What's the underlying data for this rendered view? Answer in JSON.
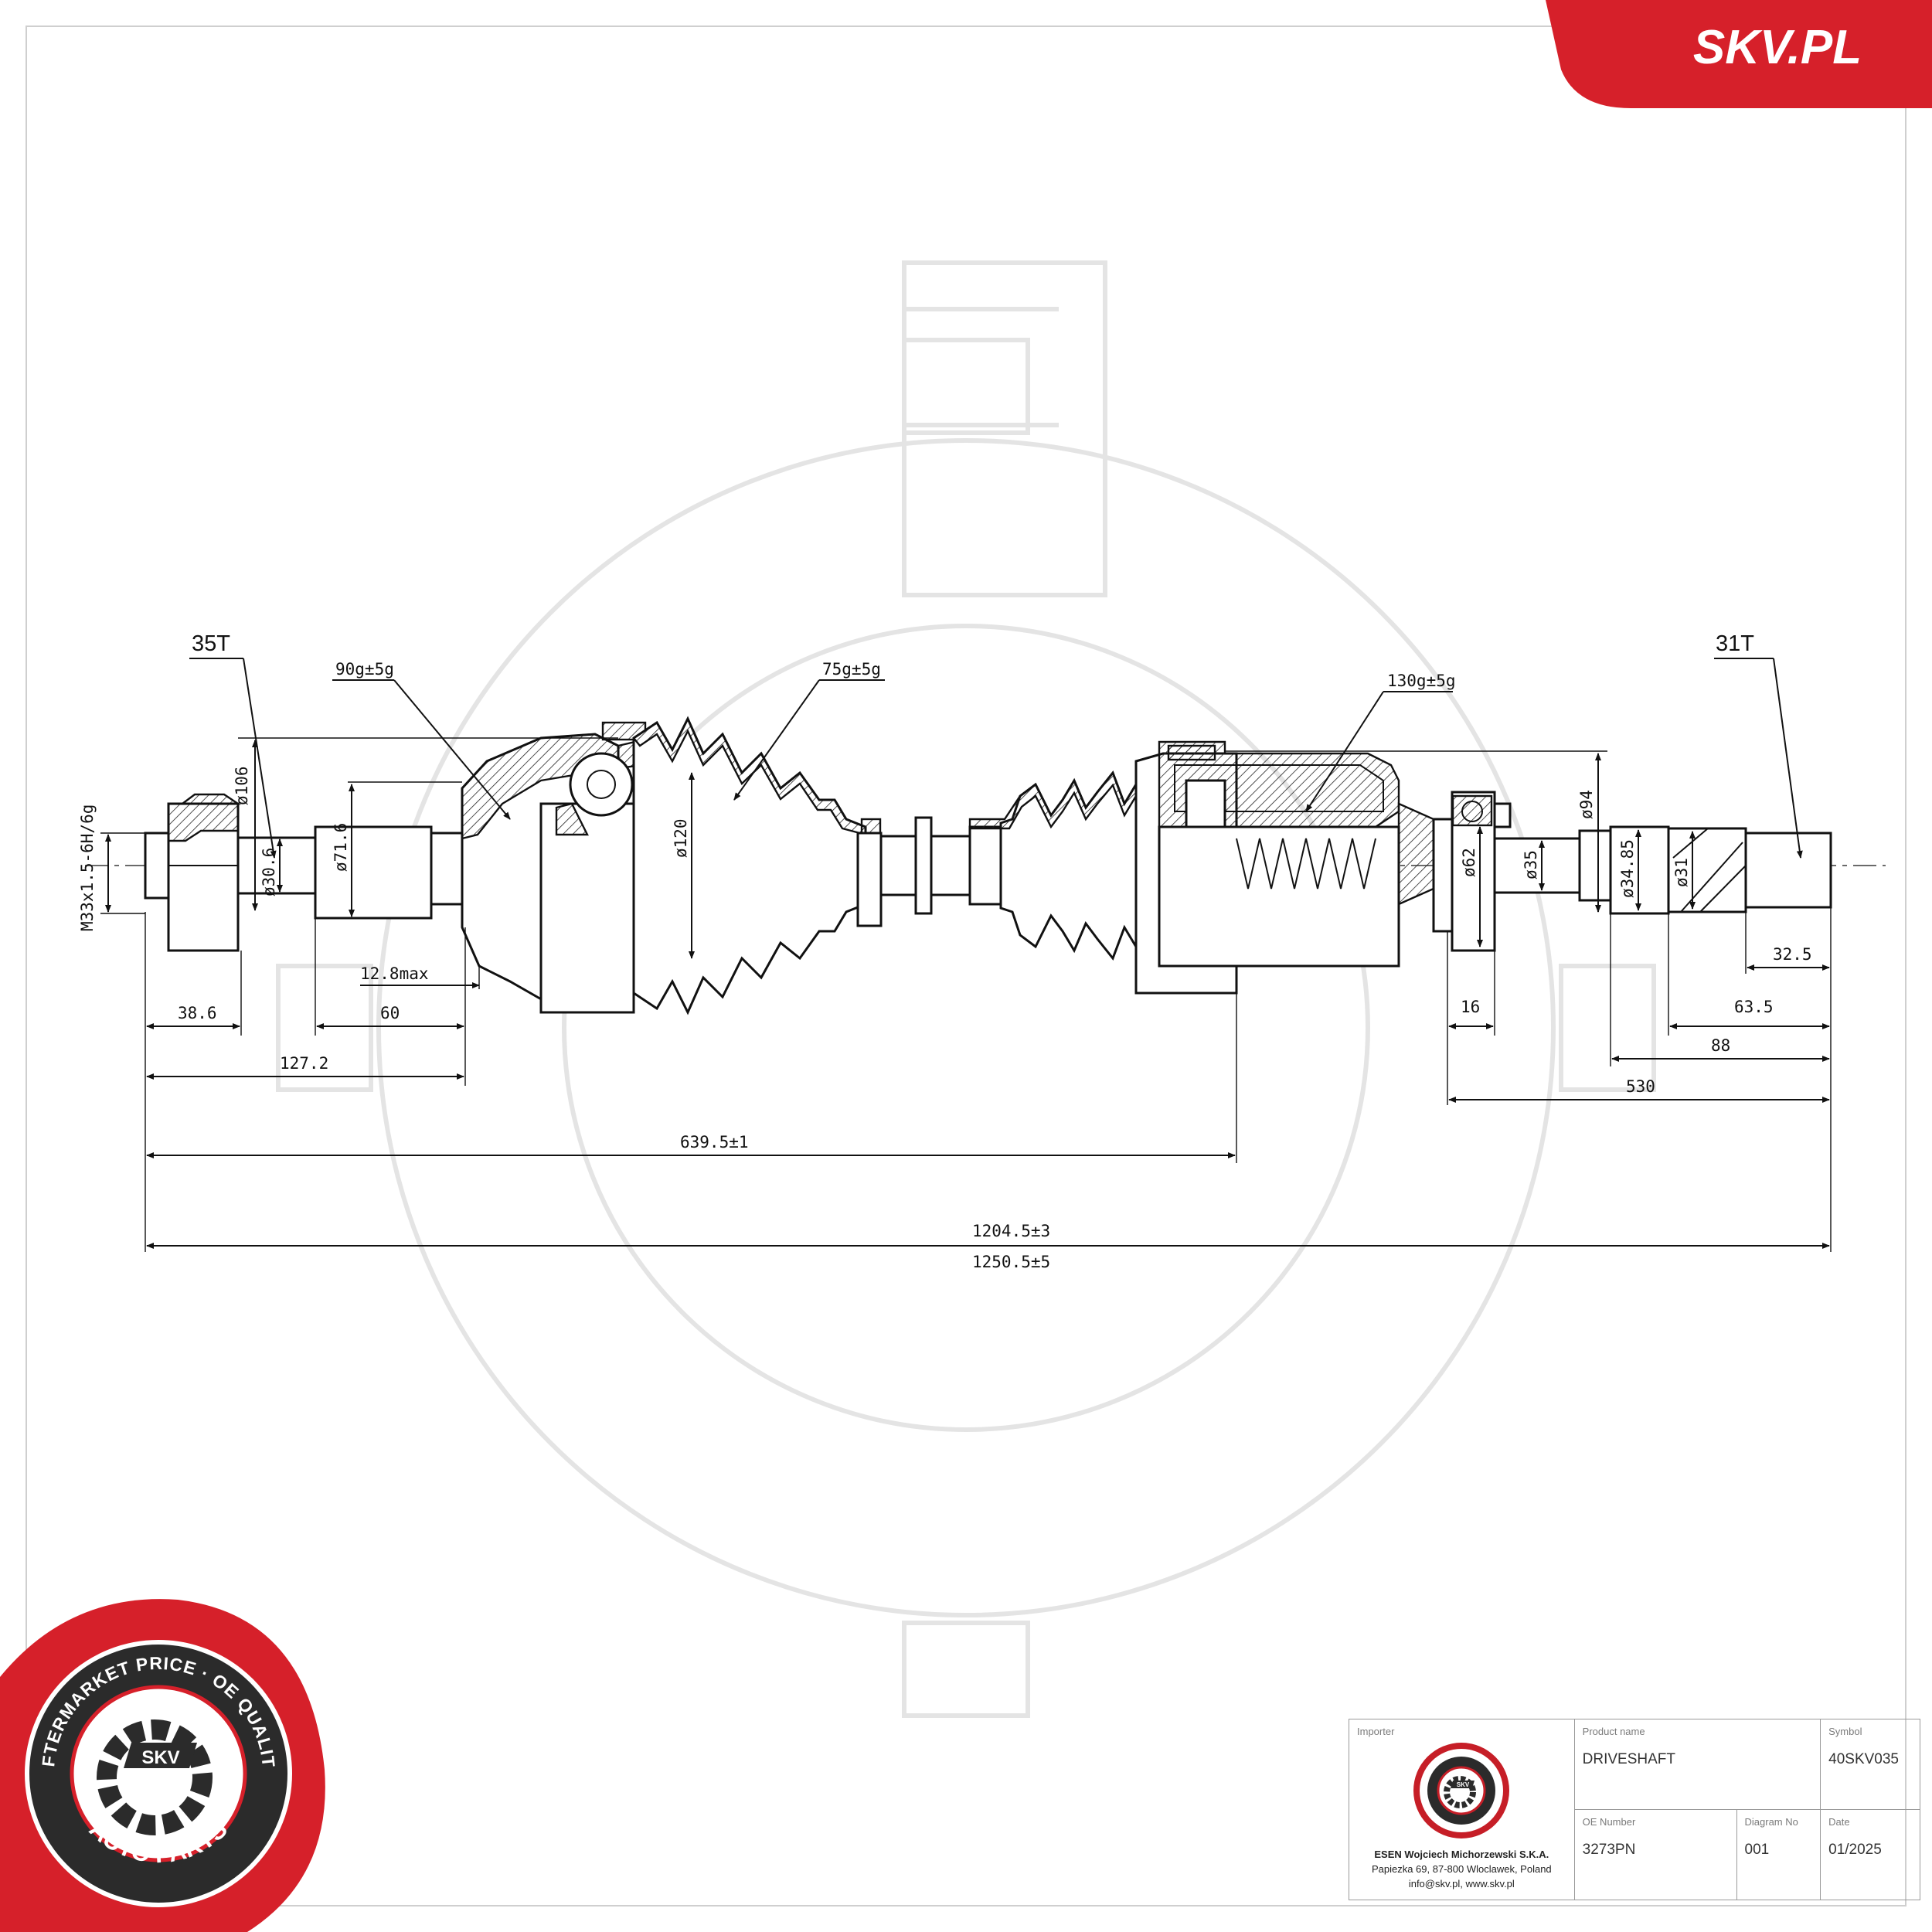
{
  "brand": {
    "site_logo": "SKV.PL",
    "badge_ring_text": "AFTERMARKET PRICE · OE QUALITY",
    "badge_bottom_text": "AUTO PARTS",
    "badge_center": "SKV",
    "colors": {
      "red": "#d6202a",
      "dark": "#2b2b2b",
      "grey": "#8f8f8f"
    }
  },
  "drawing": {
    "part_callouts": {
      "left_spline": "35T",
      "right_spline": "31T",
      "grease_outer": "90g±5g",
      "grease_boot": "75g±5g",
      "grease_inner": "130g±5g"
    },
    "diameters": {
      "thread": "M33x1.5-6H/6g",
      "d106": "ø106",
      "d30_6": "ø30.6",
      "d71_6": "ø71.6",
      "d120": "ø120",
      "d94": "ø94",
      "d62": "ø62",
      "d35": "ø35",
      "d34_85": "ø34.85",
      "d31": "ø31"
    },
    "lengths": {
      "l12_8": "12.8max",
      "l38_6": "38.6",
      "l60": "60",
      "l127_2": "127.2",
      "l639_5": "639.5±1",
      "l1204_5": "1204.5±3",
      "l1250_5": "1250.5±5",
      "l16": "16",
      "l32_5": "32.5",
      "l63_5": "63.5",
      "l88": "88",
      "l530": "530"
    }
  },
  "title_block": {
    "importer_caption": "Importer",
    "importer_line1": "ESEN Wojciech Michorzewski S.K.A.",
    "importer_line2": "Papiezka 69, 87-800 Wloclawek, Poland",
    "importer_line3": "info@skv.pl, www.skv.pl",
    "product_name_caption": "Product name",
    "product_name": "DRIVESHAFT",
    "symbol_caption": "Symbol",
    "symbol": "40SKV035",
    "oe_caption": "OE Number",
    "oe_number": "3273PN",
    "diagram_caption": "Diagram No",
    "diagram_no": "001",
    "date_caption": "Date",
    "date": "01/2025"
  }
}
